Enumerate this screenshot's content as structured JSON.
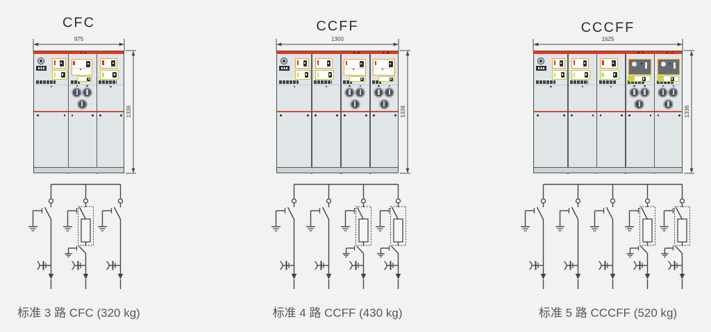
{
  "figure": {
    "description": "Ring main unit switchgear configurations: front views, dimensions and single line diagrams"
  },
  "cabinets": [
    {
      "title": "CFC",
      "width_label": "975",
      "height_label": "1336",
      "caption": "标准 3 路 CFC  (320 kg)",
      "panels": [
        "C",
        "F",
        "C"
      ]
    },
    {
      "title": "CCFF",
      "width_label": "1300",
      "height_label": "1336",
      "caption": "标准 4 路 CCFF  (430 kg)",
      "panels": [
        "C",
        "C",
        "F",
        "F"
      ]
    },
    {
      "title": "CCCFF",
      "width_label": "1625",
      "height_label": "1336",
      "caption": "标准 5 路 CCCFF  (520 kg)",
      "panels": [
        "C",
        "C",
        "C",
        "F2",
        "F2"
      ]
    }
  ],
  "colors": {
    "page_bg": "#f2f2f0",
    "accent_red": "#e63a20",
    "separator_red": "#c4503a",
    "orange": "#ef9f2e",
    "green": "#b9cb33",
    "dark": "#3f4347",
    "cab_body": "#e0e5e7",
    "line": "#454545"
  }
}
